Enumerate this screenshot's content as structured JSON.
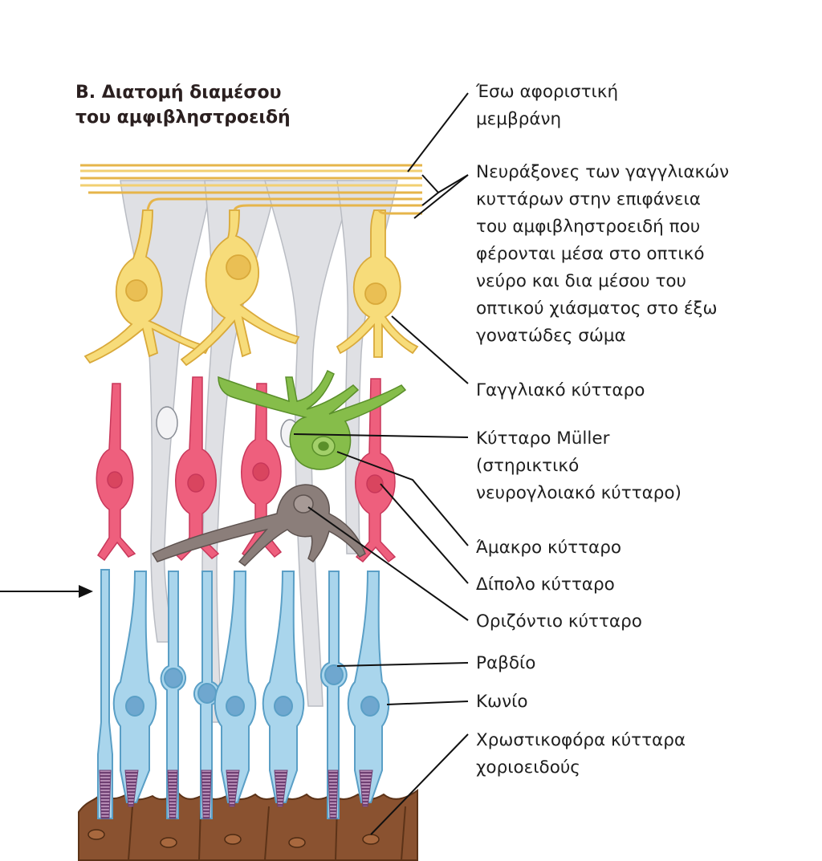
{
  "title": {
    "line1": "Β. Διατομή διαμέσου",
    "line2": "του αμφιβληστροειδή"
  },
  "labels": {
    "inner_limiting_membrane": {
      "line1": "Έσω αφοριστική",
      "line2": "μεμβράνη"
    },
    "ganglion_axons": {
      "line1": "Νευράξονες των γαγγλιακών",
      "line2": "κυττάρων στην επιφάνεια",
      "line3": "του αμφιβληστροειδή που",
      "line4": "φέρονται μέσα στο οπτικό",
      "line5": "νεύρο και δια μέσου του",
      "line6": "οπτικού χιάσματος στο έξω",
      "line7": "γονατώδες σώμα"
    },
    "ganglion_cell": "Γαγγλιακό κύτταρο",
    "muller_cell": {
      "line1": "Κύτταρο Müller",
      "line2": "(στηρικτικό",
      "line3": "νευρογλοιακό κύτταρο)"
    },
    "amacrine_cell": "Άμακρο κύτταρο",
    "bipolar_cell": "Δίπολο κύτταρο",
    "horizontal_cell": "Οριζόντιο κύτταρο",
    "rod": "Ραβδίο",
    "cone": "Κωνίο",
    "pigment_cells": {
      "line1": "Χρωστικοφόρα κύτταρα",
      "line2": "χοριοειδούς"
    }
  },
  "colors": {
    "ganglion": "#f7dc7a",
    "ganglion_outline": "#d9a93a",
    "bipolar": "#ee5f7d",
    "muller": "#dfe0e4",
    "amacrine": "#86bd4a",
    "horizontal": "#8b7e7a",
    "photoreceptor": "#a9d5ec",
    "photoreceptor_outline": "#5a9fc6",
    "pigment": "#8a5230"
  }
}
